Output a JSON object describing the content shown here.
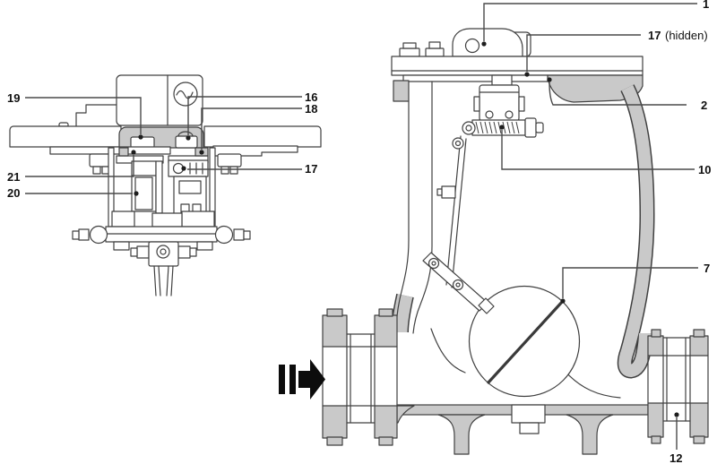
{
  "figure": {
    "background": "#ffffff",
    "line_color": "#404040",
    "section_fill": "#c9c9c9",
    "label_color": "#111111",
    "flow_arrow": {
      "icon": "flow-direction-arrow",
      "direction": "right"
    },
    "callouts": {
      "c19": {
        "num": "19"
      },
      "c16": {
        "num": "16"
      },
      "c18": {
        "num": "18"
      },
      "c17_left": {
        "num": "17"
      },
      "c21": {
        "num": "21"
      },
      "c20": {
        "num": "20"
      },
      "c1": {
        "num": "1"
      },
      "c17_hidden": {
        "num": "17",
        "note": "(hidden)"
      },
      "c2": {
        "num": "2"
      },
      "c10": {
        "num": "10"
      },
      "c7": {
        "num": "7"
      },
      "c12": {
        "num": "12"
      }
    }
  }
}
